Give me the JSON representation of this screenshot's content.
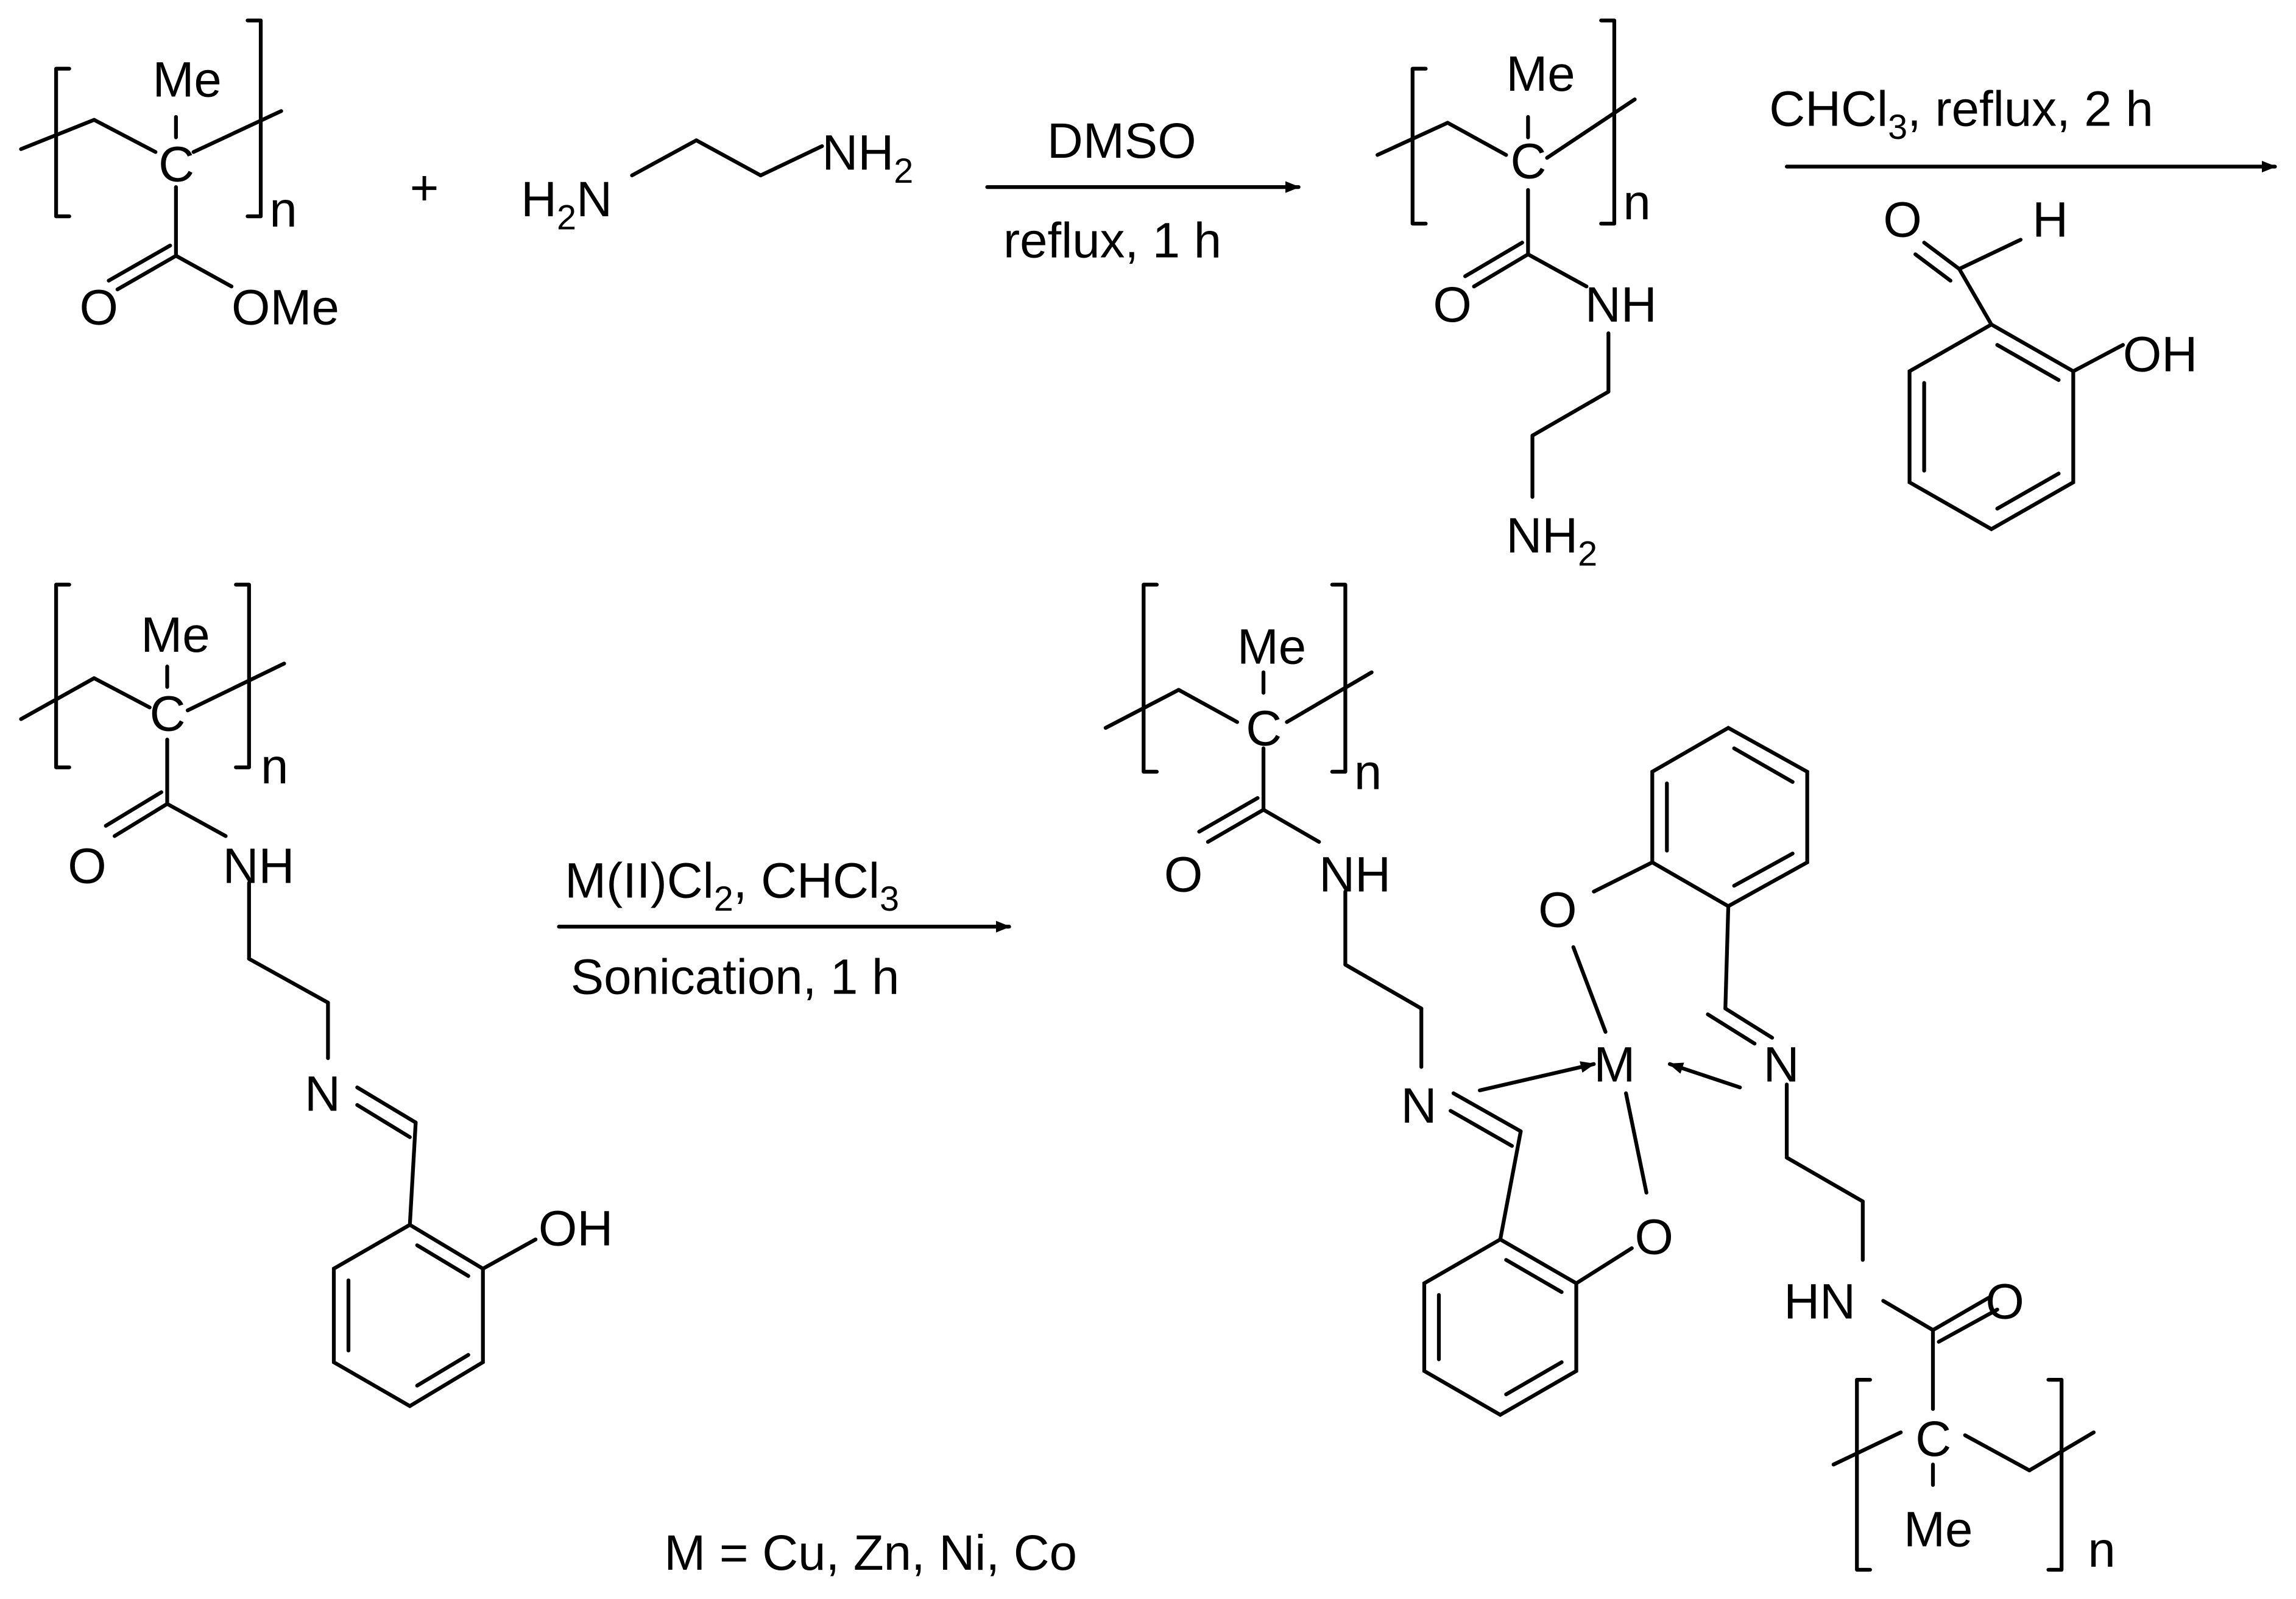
{
  "labels": {
    "me": "Me",
    "c": "C",
    "n": "n",
    "o": "O",
    "ome": "OMe",
    "nh": "NH",
    "hn": "HN",
    "n_atom": "N",
    "h": "H",
    "oh": "OH",
    "m": "M",
    "h2n": "H",
    "sub2": "2",
    "sub3": "3",
    "plus": "+",
    "nh2_base": "NH"
  },
  "conditions": {
    "step1_reagent": "DMSO",
    "step1_conditions": "reflux, 1 h",
    "step2_reagent_a": "CHCl",
    "step2_reagent_b": ", reflux, 2 h",
    "step3_reagent_a": "M(II)Cl",
    "step3_reagent_b": ", CHCl",
    "step3_conditions": "Sonication, 1 h"
  },
  "footnote": "M = Cu, Zn, Ni, Co",
  "colors": {
    "ink": "#000000",
    "background": "#ffffff"
  }
}
